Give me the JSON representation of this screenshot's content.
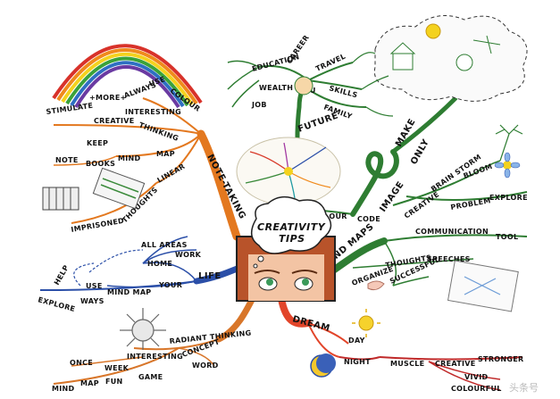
{
  "center": {
    "title_line1": "CREATIVITY",
    "title_line2": "TIPS"
  },
  "branches": {
    "note_taking": {
      "label": "NOTE-TAKING",
      "words": [
        "USE",
        "ALWAYS",
        "COLOUR",
        "+MORE+",
        "INTERESTING",
        "STIMULATE",
        "CREATIVE",
        "THINKING",
        "KEEP",
        "MIND",
        "MAP",
        "NOTE",
        "BOOKS",
        "LINEAR",
        "IMPRISONED",
        "THOUGHTS"
      ]
    },
    "life": {
      "label": "LIFE",
      "words": [
        "ALL AREAS",
        "WORK",
        "HOME",
        "YOUR",
        "HELP",
        "USE",
        "MIND MAP",
        "EXPLORE",
        "WAYS"
      ]
    },
    "radiant": {
      "label": "RADIANT THINKING",
      "words": [
        "INTERESTING",
        "CONCEPT",
        "WORD",
        "ONCE",
        "WEEK",
        "GAME",
        "MIND",
        "MAP",
        "FUN"
      ]
    },
    "dream": {
      "label": "DREAM",
      "words": [
        "DAY",
        "NIGHT",
        "MUSCLE",
        "CREATIVE",
        "STRONGER",
        "VIVID",
        "COLOURFUL"
      ]
    },
    "mind_maps": {
      "label": "MIND MAPS",
      "words": [
        "COMMUNICATION",
        "TOOL",
        "ORGANIZE",
        "THOUGHTS",
        "SPEECHES",
        "SUCCESSFUL"
      ]
    },
    "image": {
      "label": "IMAGE",
      "words": [
        "COLOUR",
        "CODE",
        "CREATIVE",
        "BRAIN STORM",
        "BLOOM",
        "PROBLEM",
        "EXPLORE",
        "MAKE",
        "ONLY"
      ]
    },
    "future": {
      "label": "FUTURE",
      "words": [
        "YOU",
        "CAREER",
        "TRAVEL",
        "EDUCATION",
        "WEALTH",
        "SKILLS",
        "JOB",
        "FAMILY"
      ]
    }
  },
  "watermark": "头条号"
}
